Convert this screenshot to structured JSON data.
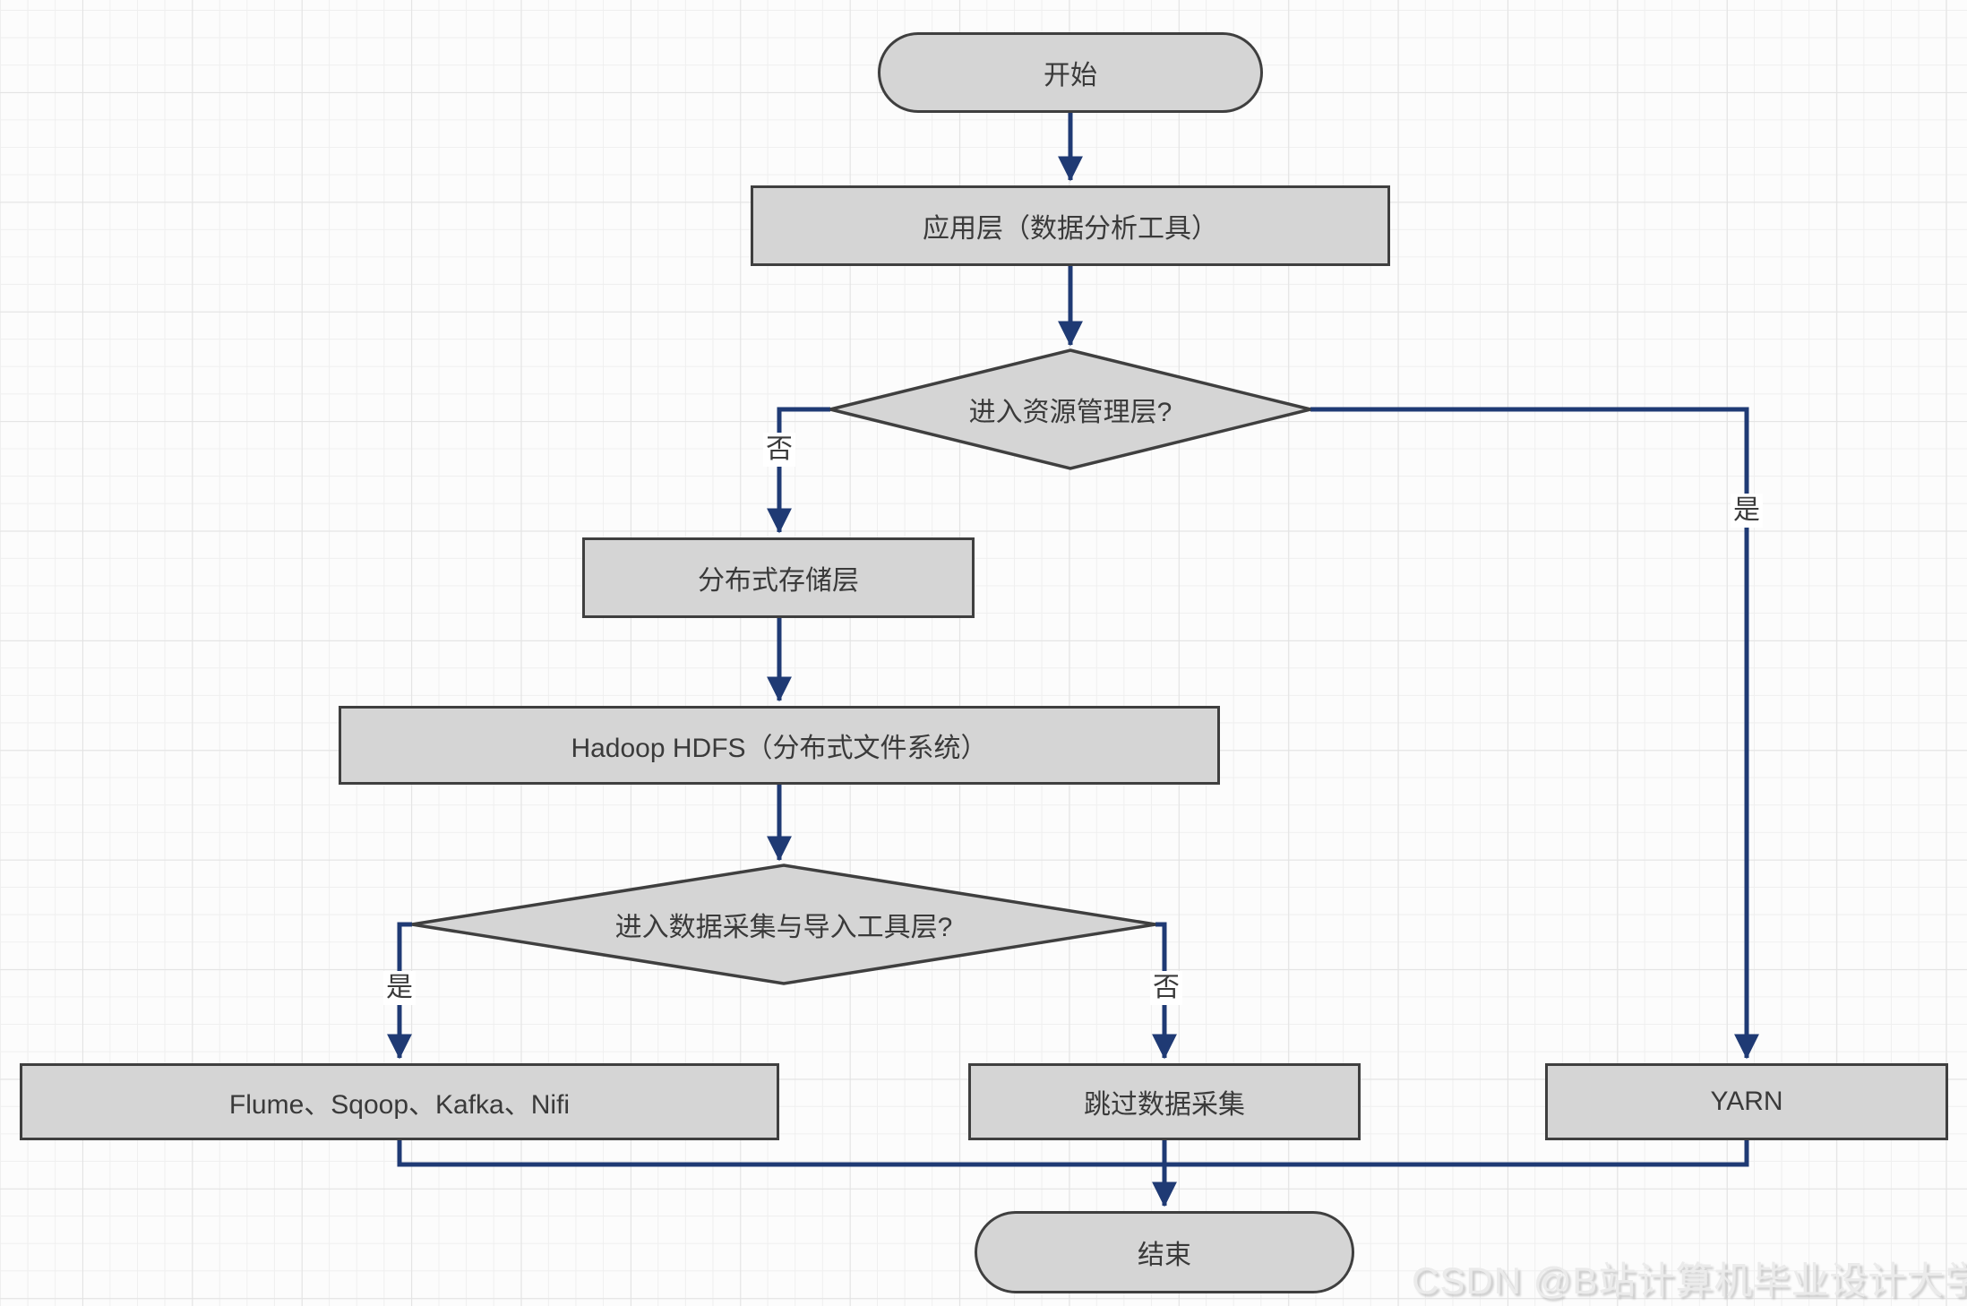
{
  "diagram": {
    "nodes": {
      "start": {
        "type": "terminator",
        "label": "开始"
      },
      "app_layer": {
        "type": "process",
        "label": "应用层（数据分析工具）"
      },
      "decision_resource": {
        "type": "decision",
        "label": "进入资源管理层?"
      },
      "storage_layer": {
        "type": "process",
        "label": "分布式存储层"
      },
      "hdfs": {
        "type": "process",
        "label": "Hadoop HDFS（分布式文件系统）"
      },
      "decision_ingest": {
        "type": "decision",
        "label": "进入数据采集与导入工具层?"
      },
      "ingest_tools": {
        "type": "process",
        "label": "Flume、Sqoop、Kafka、Nifi"
      },
      "skip_ingest": {
        "type": "process",
        "label": "跳过数据采集"
      },
      "yarn": {
        "type": "process",
        "label": "YARN"
      },
      "end": {
        "type": "terminator",
        "label": "结束"
      }
    },
    "edges": [
      {
        "from": "start",
        "to": "app_layer",
        "label": ""
      },
      {
        "from": "app_layer",
        "to": "decision_resource",
        "label": ""
      },
      {
        "from": "decision_resource",
        "to": "storage_layer",
        "label": "否"
      },
      {
        "from": "decision_resource",
        "to": "yarn",
        "label": "是"
      },
      {
        "from": "storage_layer",
        "to": "hdfs",
        "label": ""
      },
      {
        "from": "hdfs",
        "to": "decision_ingest",
        "label": ""
      },
      {
        "from": "decision_ingest",
        "to": "ingest_tools",
        "label": "是"
      },
      {
        "from": "decision_ingest",
        "to": "skip_ingest",
        "label": "否"
      },
      {
        "from": "ingest_tools",
        "to": "end",
        "label": ""
      },
      {
        "from": "yarn",
        "to": "end",
        "label": ""
      },
      {
        "from": "skip_ingest",
        "to": "end",
        "label": ""
      }
    ],
    "colors": {
      "node_fill": "#d5d5d5",
      "node_border": "#3f3f3f",
      "edge": "#1f3a74",
      "text": "#3a3a3a",
      "watermark": "#ebebeb"
    }
  },
  "watermark": {
    "text": "CSDN @B站计算机毕业设计大学"
  }
}
